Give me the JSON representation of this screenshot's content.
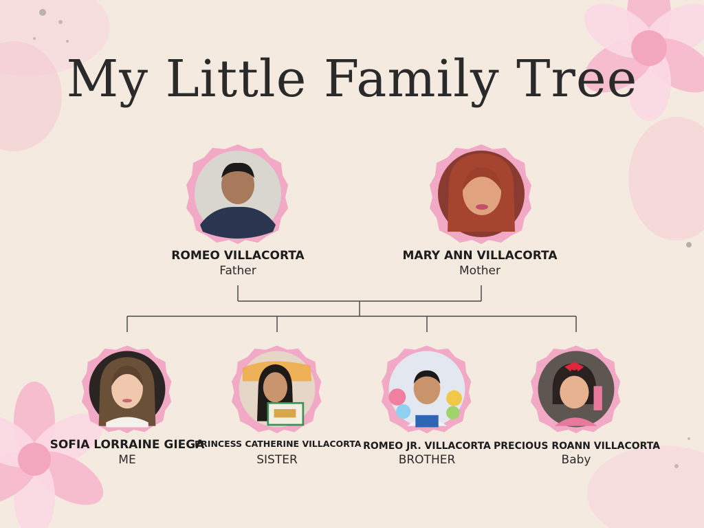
{
  "title": "My Little Family Tree",
  "parents": [
    {
      "name": "ROMEO VILLACORTA",
      "role": "Father",
      "portrait": "man-portrait"
    },
    {
      "name": "MARY ANN VILLACORTA",
      "role": "Mother",
      "portrait": "woman-portrait"
    }
  ],
  "children": [
    {
      "name": "SOFIA LORRAINE GIEGA",
      "role": "ME",
      "portrait": "girl-portrait"
    },
    {
      "name": "PRINCESS CATHERINE VILLACORTA",
      "role": "SISTER",
      "portrait": "girl-portrait"
    },
    {
      "name": "ROMEO JR. VILLACORTA",
      "role": "BROTHER",
      "portrait": "boy-portrait"
    },
    {
      "name": "PRECIOUS ROANN VILLACORTA",
      "role": "Baby",
      "portrait": "toddler-portrait"
    }
  ],
  "colors": {
    "background": "#f4eadf",
    "frame_pink": "#f2a9c6",
    "frame_inner": "#f7cfe0",
    "line": "#4a4a4a",
    "flower_pink": "#f6b8cc"
  }
}
